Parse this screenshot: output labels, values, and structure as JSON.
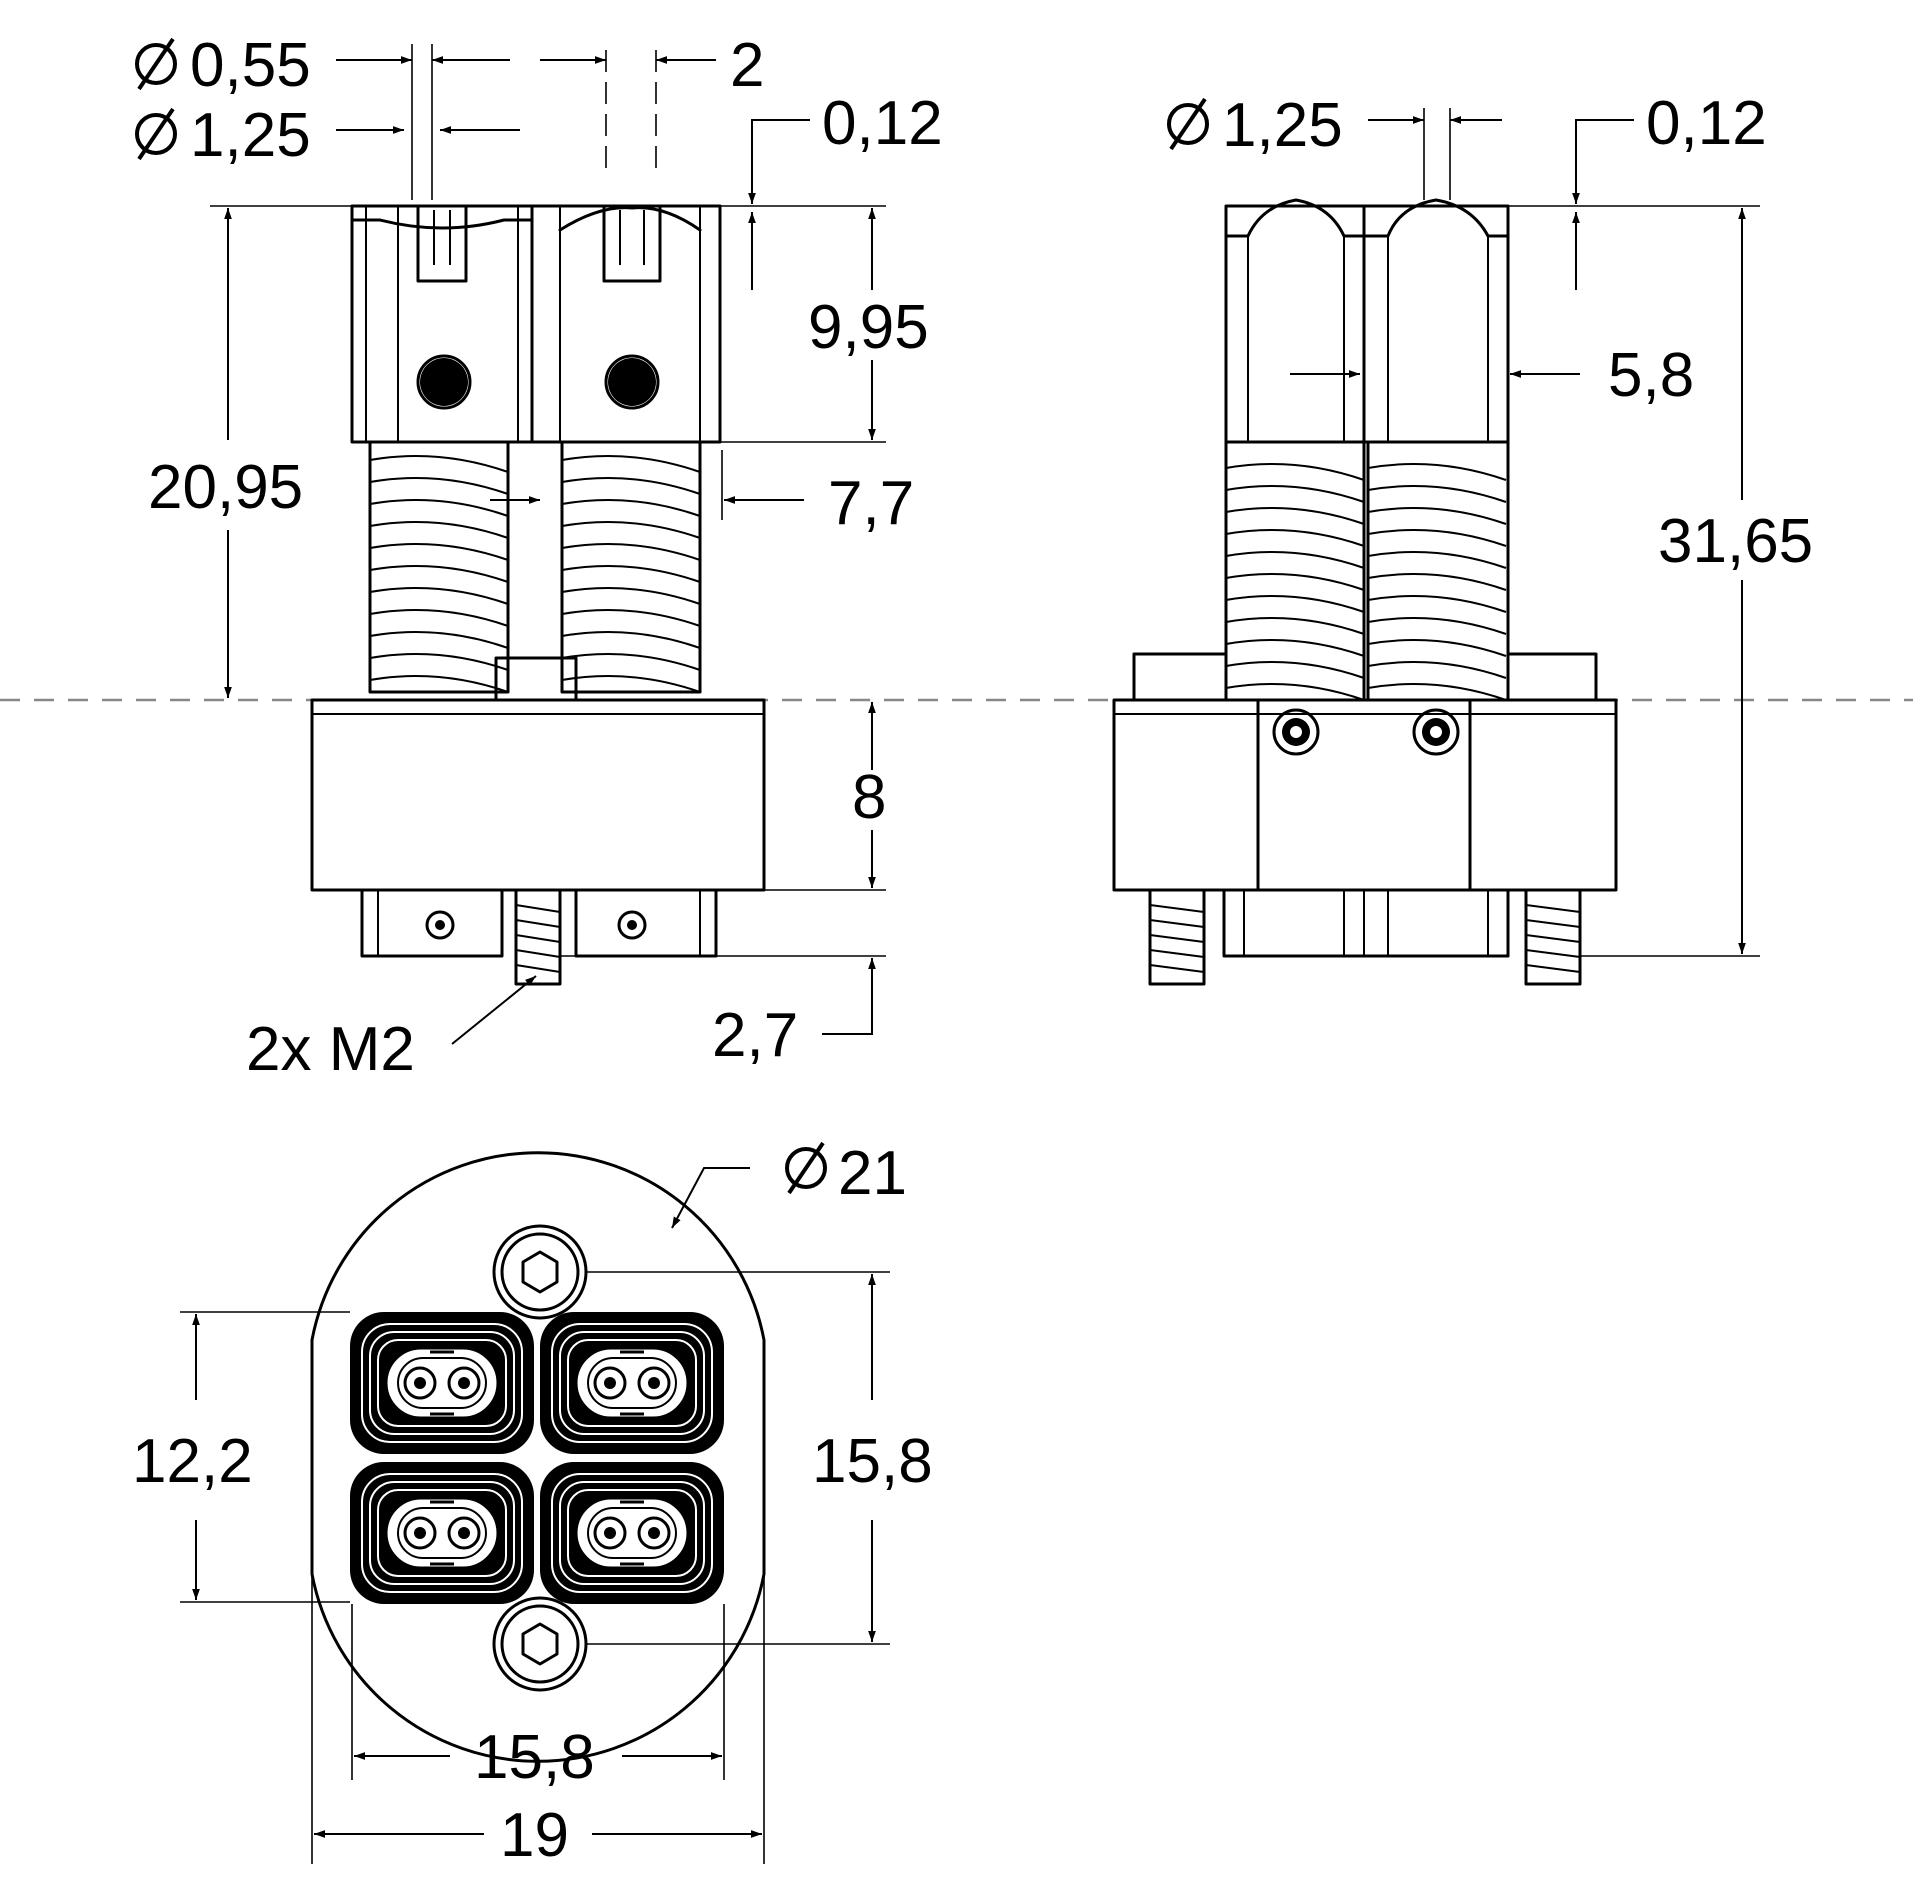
{
  "dimensions": {
    "front": {
      "dia_0_55": "0,55",
      "dia_1_25": "1,25",
      "pitch_2": "2",
      "offset_0_12": "0,12",
      "height_9_95": "9,95",
      "height_20_95": "20,95",
      "width_7_7": "7,7",
      "base_8": "8",
      "screw_2_7": "2,7",
      "screw_label": "2x M2"
    },
    "side": {
      "dia_1_25": "1,25",
      "offset_0_12": "0,12",
      "width_5_8": "5,8",
      "height_31_65": "31,65"
    },
    "top": {
      "dia_21": "21",
      "height_12_2": "12,2",
      "height_15_8": "15,8",
      "width_15_8": "15,8",
      "width_19": "19"
    }
  },
  "symbols": {
    "diameter": "diameter-symbol"
  },
  "colors": {
    "line": "#000000",
    "centerline": "#888888",
    "background": "#ffffff"
  }
}
